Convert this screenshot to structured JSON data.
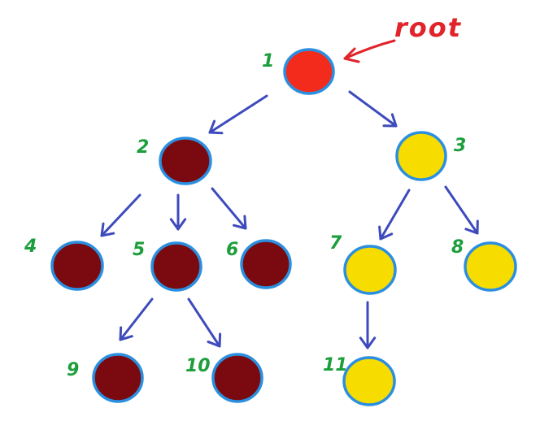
{
  "root_annotation": {
    "text": "root",
    "color": "#e0242a"
  },
  "colors": {
    "root_fill": "#f22b1c",
    "subtree_left_fill": "#7a0a0f",
    "subtree_right_fill": "#f7dc00",
    "node_outline": "#2b8fe0",
    "edge_arrow": "#3d4bbd",
    "label": "#1d9e3c"
  },
  "nodes": [
    {
      "id": 1,
      "label": "1",
      "group": "root"
    },
    {
      "id": 2,
      "label": "2",
      "group": "left"
    },
    {
      "id": 3,
      "label": "3",
      "group": "right"
    },
    {
      "id": 4,
      "label": "4",
      "group": "left"
    },
    {
      "id": 5,
      "label": "5",
      "group": "left"
    },
    {
      "id": 6,
      "label": "6",
      "group": "left"
    },
    {
      "id": 7,
      "label": "7",
      "group": "right"
    },
    {
      "id": 8,
      "label": "8",
      "group": "right"
    },
    {
      "id": 9,
      "label": "9",
      "group": "left"
    },
    {
      "id": 10,
      "label": "10",
      "group": "left"
    },
    {
      "id": 11,
      "label": "11",
      "group": "right"
    }
  ],
  "edges": [
    {
      "from": 1,
      "to": 2
    },
    {
      "from": 1,
      "to": 3
    },
    {
      "from": 2,
      "to": 4
    },
    {
      "from": 2,
      "to": 5
    },
    {
      "from": 2,
      "to": 6
    },
    {
      "from": 3,
      "to": 7
    },
    {
      "from": 3,
      "to": 8
    },
    {
      "from": 5,
      "to": 9
    },
    {
      "from": 5,
      "to": 10
    },
    {
      "from": 7,
      "to": 11
    }
  ]
}
